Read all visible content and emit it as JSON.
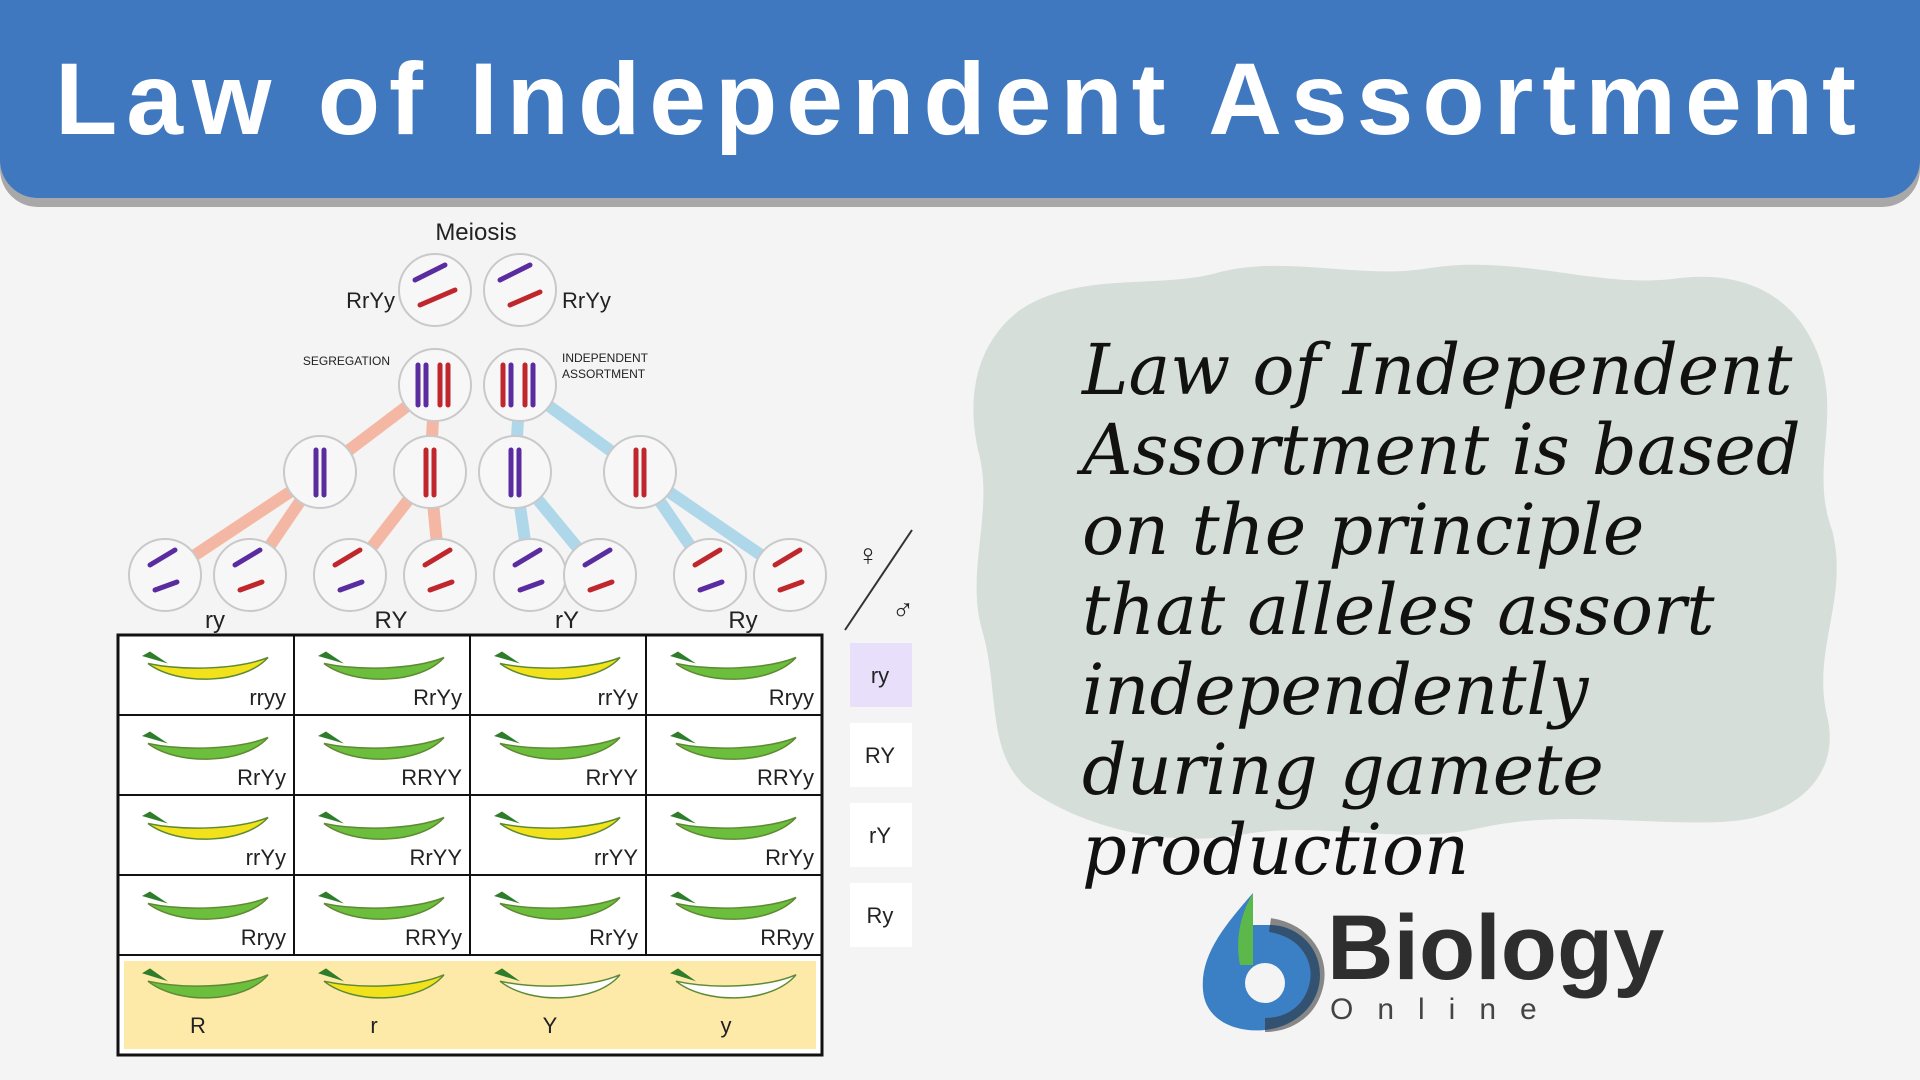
{
  "header": {
    "title": "Law of Independent Assortment"
  },
  "diagram": {
    "title": "Meiosis",
    "parent_genotypes": [
      "RrYy",
      "RrYy"
    ],
    "process_labels": [
      "SEGREGATION",
      "INDEPENDENT\nASSORTMENT"
    ],
    "gametes": [
      "ry",
      "RY",
      "rY",
      "Ry"
    ],
    "gamete_rows": [
      "ry",
      "RY",
      "rY",
      "Ry"
    ],
    "female_symbol": "♀",
    "male_symbol": "♂",
    "grid": [
      [
        {
          "g": "rryy",
          "pea": "yellow"
        },
        {
          "g": "RrYy",
          "pea": "green"
        },
        {
          "g": "rrYy",
          "pea": "yellow"
        },
        {
          "g": "Rryy",
          "pea": "green"
        }
      ],
      [
        {
          "g": "RrYy",
          "pea": "green"
        },
        {
          "g": "RRYY",
          "pea": "green"
        },
        {
          "g": "RrYY",
          "pea": "green"
        },
        {
          "g": "RRYy",
          "pea": "green"
        }
      ],
      [
        {
          "g": "rrYy",
          "pea": "yellow"
        },
        {
          "g": "RrYY",
          "pea": "green"
        },
        {
          "g": "rrYY",
          "pea": "yellow"
        },
        {
          "g": "RrYy",
          "pea": "green"
        }
      ],
      [
        {
          "g": "Rryy",
          "pea": "green"
        },
        {
          "g": "RRYy",
          "pea": "green"
        },
        {
          "g": "RrYy",
          "pea": "green"
        },
        {
          "g": "RRyy",
          "pea": "green"
        }
      ]
    ],
    "legend": [
      {
        "label": "R",
        "pea": "green"
      },
      {
        "label": "r",
        "pea": "yellow"
      },
      {
        "label": "Y",
        "pea": "white"
      },
      {
        "label": "y",
        "pea": "white"
      }
    ]
  },
  "description": "Law of Independent Assortment is based on the principle that alleles assort independently during gamete production",
  "logo": {
    "name": "Biology",
    "sub": "Online"
  },
  "colors": {
    "banner": "#3f78bf",
    "green_pea": "#6cbf3c",
    "yellow_pea": "#f2e21c",
    "white_pea": "#ffffff",
    "red_chromosome": "#c0272d",
    "purple_chromosome": "#5a2ca0",
    "legend_bg": "#fdeaa8"
  }
}
